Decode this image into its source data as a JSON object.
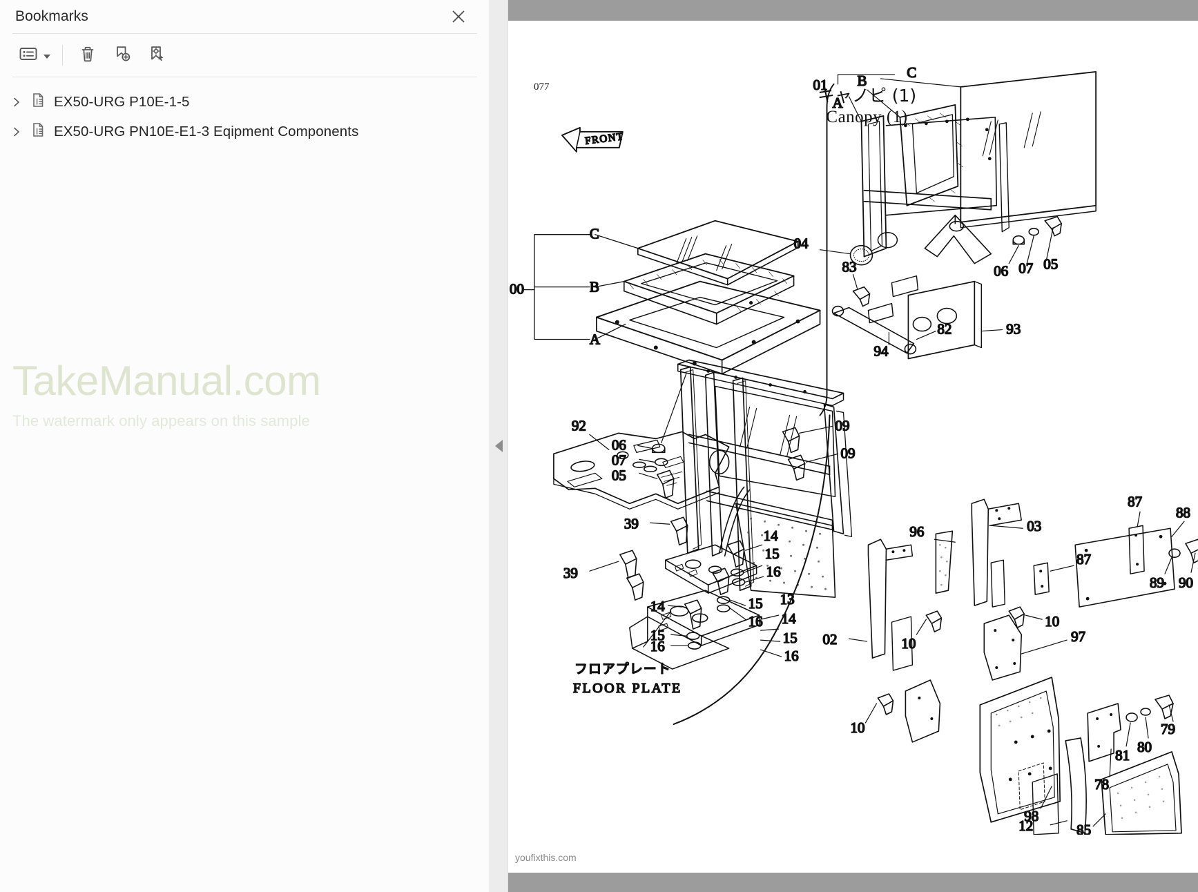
{
  "sidebar": {
    "title": "Bookmarks",
    "close_icon": "close-icon",
    "toolbar": [
      {
        "name": "bookmark-options-dropdown",
        "icon": "list-options-icon",
        "label": "Bookmark Options"
      },
      {
        "name": "delete-bookmark-button",
        "icon": "trash-icon",
        "label": "Delete"
      },
      {
        "name": "new-bookmark-button",
        "icon": "bookmark-plus-icon",
        "label": "New Bookmark"
      },
      {
        "name": "bookmark-destination-button",
        "icon": "bookmark-target-icon",
        "label": "Set Destination"
      }
    ],
    "items": [
      {
        "label": "EX50-URG P10E-1-5",
        "expanded": false
      },
      {
        "label": "EX50-URG PN10E-E1-3 Eqipment Components",
        "expanded": false
      }
    ]
  },
  "watermark": {
    "main": "TakeManual.com",
    "sub": "The watermark only appears on this sample",
    "color": "#dde5cf"
  },
  "viewer": {
    "collapse_icon": "collapse-left-arrow-icon",
    "footer_url": "youfixthis.com"
  },
  "document": {
    "page_number": "077",
    "title_jp": "キャノピ (1)",
    "title_en": "Canopy (1)",
    "front_arrow_label": "FRONT",
    "captions": [
      {
        "jp": "フロアプレート",
        "en": "FLOOR PLATE"
      }
    ],
    "callouts": [
      "077",
      "00",
      "A",
      "B",
      "C",
      "01",
      "02",
      "03",
      "04",
      "05",
      "06",
      "07",
      "09",
      "10",
      "12",
      "13",
      "14",
      "15",
      "16",
      "39",
      "78",
      "79",
      "80",
      "81",
      "82",
      "83",
      "85",
      "87",
      "88",
      "89",
      "90",
      "92",
      "93",
      "94",
      "96",
      "97",
      "98"
    ]
  }
}
